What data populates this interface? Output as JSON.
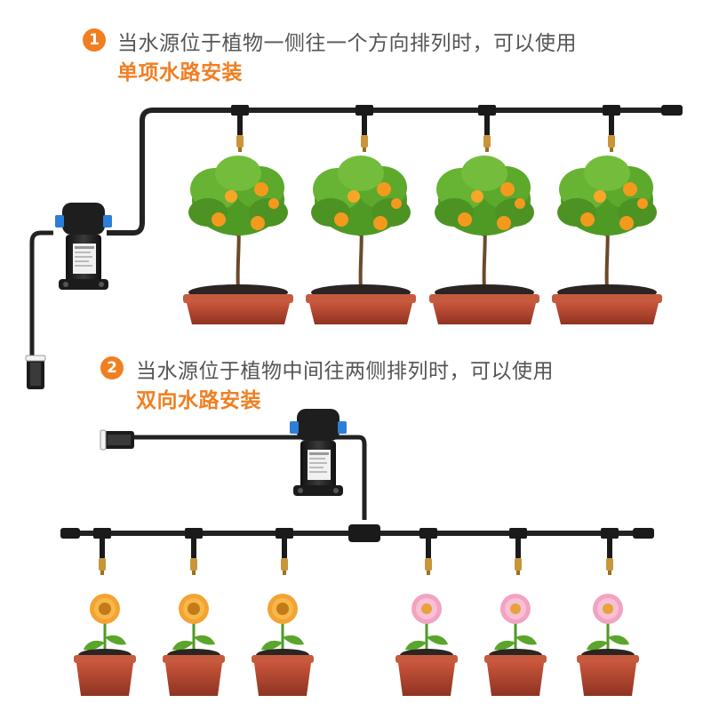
{
  "colors": {
    "accent": "#f07f22",
    "body_text": "#555555",
    "pipe": "#222222",
    "pot": "#b8452e",
    "orange_fruit": "#f39a1e",
    "leaf": "#5aa52a",
    "flower_orange": "#f4a233",
    "flower_pink": "#f2a3c2",
    "pump": "#1b1b1b",
    "connector": "#2d7ed8",
    "nozzle": "#c8953a"
  },
  "section1": {
    "number": "1",
    "text": "当水源位于植物一侧往一个方向排列时，可以使用",
    "highlight": "单项水路安装",
    "icons": [
      "pump-icon",
      "filter-icon",
      "orange-tree-icon"
    ]
  },
  "section2": {
    "number": "2",
    "text": "当水源位于植物中间往两侧排列时，可以使用",
    "highlight": "双向水路安装",
    "icons": [
      "pump-icon",
      "filter-icon",
      "flower-pot-icon"
    ]
  }
}
